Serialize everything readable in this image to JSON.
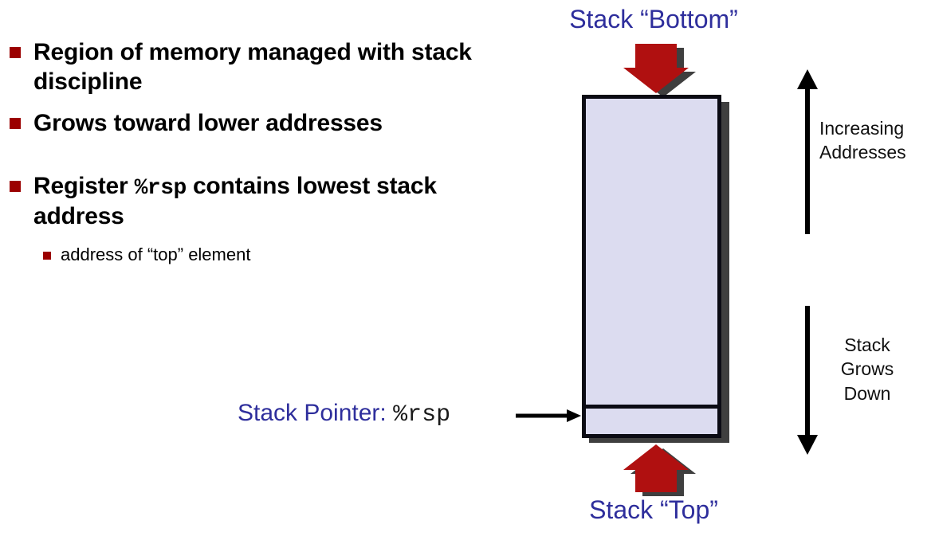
{
  "slide": {
    "bullets": [
      {
        "level": 1,
        "text": "Region of memory managed with stack discipline"
      },
      {
        "level": 1,
        "text": "Grows toward lower addresses"
      },
      {
        "level": 1,
        "text_before": "Register ",
        "mono": "%rsp",
        "text_after": " contains lowest  stack address"
      },
      {
        "level": 2,
        "text": "address of “top” element"
      }
    ],
    "bullet_marker_color": "#9b0000"
  },
  "diagram": {
    "top_title": "Stack “Bottom”",
    "bottom_title": "Stack “Top”",
    "title_color": "#2e2e9c",
    "box_fill": "#dcdcf0",
    "box_border_color": "#0b0b14",
    "box_shadow_color": "#3f3f3f",
    "arrow_color": "#b01010",
    "arrow_shadow_color": "#3f3f3f",
    "pointer_label_prefix": "Stack Pointer: ",
    "pointer_label_register": "%rsp",
    "increasing_label_line1": "Increasing",
    "increasing_label_line2": "Addresses",
    "grows_label_line1": "Stack",
    "grows_label_line2": "Grows",
    "grows_label_line3": "Down",
    "annotation_color": "#101010"
  }
}
